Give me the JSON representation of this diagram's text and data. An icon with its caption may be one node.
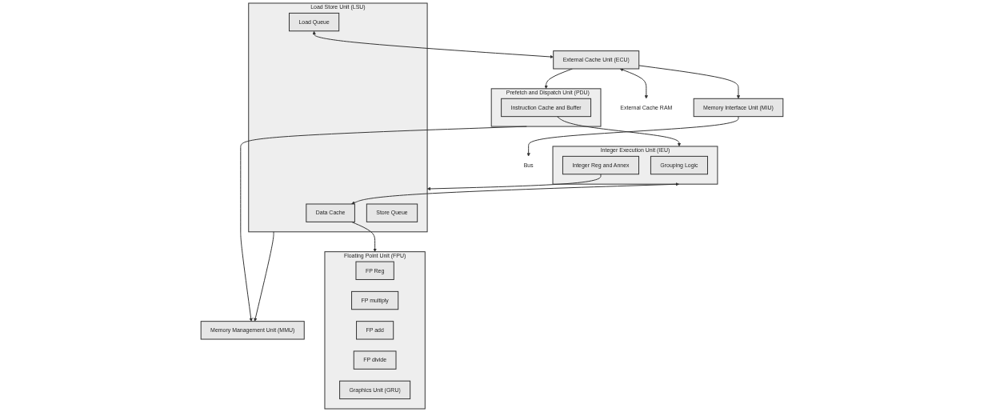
{
  "diagram": {
    "nodes": [
      {
        "text": [
          "Prefetch and Dispatch Unit (PDU)"
        ]
      },
      {
        "text": [
          "Instruction Cache and Buffer"
        ],
        "in": 0
      },
      {
        "text": [
          "Integer Execution Unit (IEU)"
        ]
      },
      {
        "text": [
          "Grouping Logic"
        ],
        "in": 2
      },
      {
        "text": [
          "Integer Reg and Annex"
        ],
        "in": 2
      },
      {
        "text": [
          "Memory Management Unit (MMU)"
        ]
      },
      {
        "text": [
          "Load Store Unit (LSU)"
        ]
      },
      {
        "text": [
          "Data Cache"
        ],
        "in": 6
      },
      {
        "text": [
          "Load Queue"
        ],
        "in": 6
      },
      {
        "text": [
          "Store Queue"
        ],
        "in": 6
      },
      {
        "text": [
          "Floating Point Unit (FPU)"
        ]
      },
      {
        "text": [
          "FP Reg"
        ],
        "in": 10
      },
      {
        "text": [
          "FP multiply"
        ],
        "in": 10
      },
      {
        "text": [
          "FP add"
        ],
        "in": 10
      },
      {
        "text": [
          "FP divide"
        ],
        "in": 10
      },
      {
        "text": [
          "Graphics Unit (GRU)"
        ],
        "in": 10
      },
      {
        "text": [
          "External Cache Unit (ECU)"
        ]
      },
      {
        "text": [
          "Memory Interface Unit (MIU)"
        ]
      },
      {
        "text": [
          "External Cache RAM"
        ]
      },
      {
        "text": [
          "Bus"
        ]
      }
    ],
    "edges": [
      {
        "from": 0,
        "to": 5,
        "arrow": "to"
      },
      {
        "from": 1,
        "to": 2,
        "arrow": "to"
      },
      {
        "from": 4,
        "to": 6,
        "arrow": "to"
      },
      {
        "from": 2,
        "to": 7,
        "arrow": "both"
      },
      {
        "from": 7,
        "to": 10,
        "arrow": "to"
      },
      {
        "from": 16,
        "to": 0,
        "arrow": "to"
      },
      {
        "from": 6,
        "to": 5,
        "arrow": "to"
      },
      {
        "from": 8,
        "to": 16,
        "arrow": "both"
      },
      {
        "from": 16,
        "to": 18,
        "arrow": "both"
      },
      {
        "from": 16,
        "to": 17,
        "arrow": "to"
      },
      {
        "from": 17,
        "to": 19,
        "arrow": "to"
      }
    ]
  }
}
